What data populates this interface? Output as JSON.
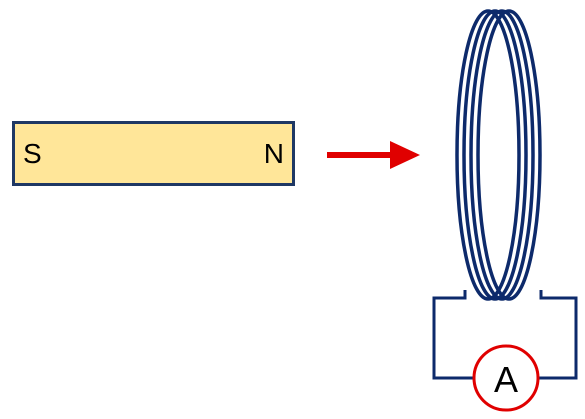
{
  "magnet": {
    "south_label": "S",
    "north_label": "N",
    "fill_color": "#ffe699",
    "border_color": "#1f3864"
  },
  "arrow": {
    "color": "#e00000",
    "direction": "right"
  },
  "coil": {
    "color": "#0d2a6b",
    "turns": 4
  },
  "ammeter": {
    "label": "A",
    "ring_color": "#e00000"
  }
}
